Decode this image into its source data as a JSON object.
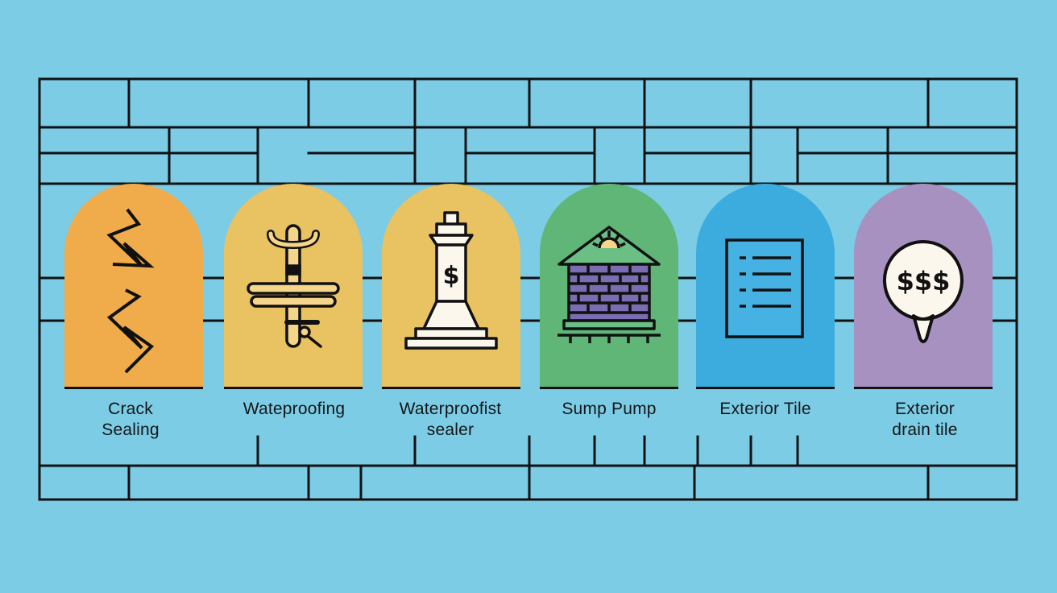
{
  "colors": {
    "background": "#7ccce6",
    "line": "#111111"
  },
  "services": [
    {
      "label": "Crack\nSealing",
      "color": "#f0ac4a",
      "icon": "crack-zigzag-icon"
    },
    {
      "label": "Wateproofing",
      "color": "#e9c261",
      "icon": "pipe-valve-icon"
    },
    {
      "label": "Waterproofist\nsealer",
      "color": "#e9c261",
      "icon": "sealer-bottle-dollar-icon"
    },
    {
      "label": "Sump Pump",
      "color": "#5fb677",
      "icon": "brick-house-icon"
    },
    {
      "label": "Exterior Tile",
      "color": "#3cacdf",
      "icon": "document-list-icon"
    },
    {
      "label": "Exterior\ndrain tile",
      "color": "#a791c1",
      "icon": "dollar-speech-bubble-icon"
    }
  ],
  "icon_text": {
    "bottle_symbol": "$",
    "bubble_symbol": "$$$"
  }
}
